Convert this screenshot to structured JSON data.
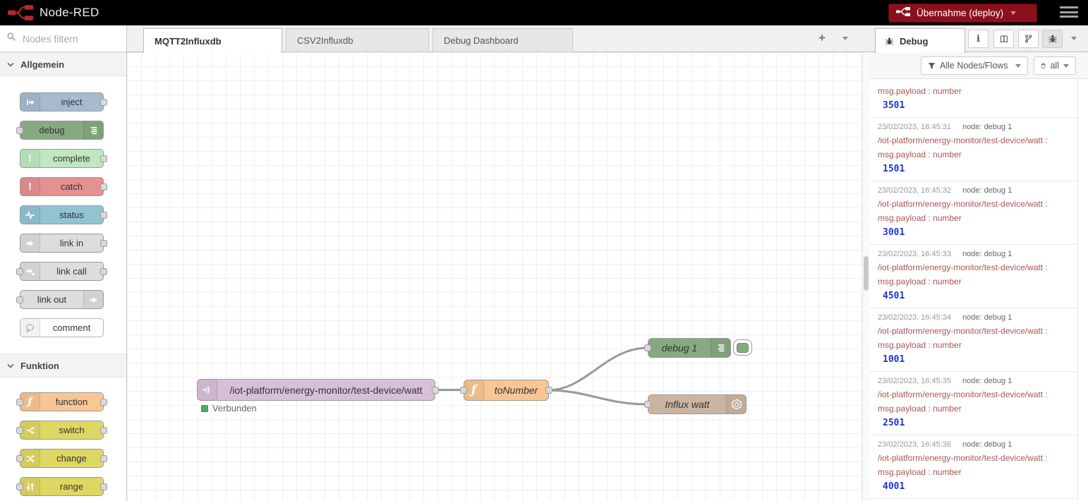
{
  "colors": {
    "deploy_button": "#8C101C",
    "logo_red": "#b6272c",
    "node_inject": "#a6bbcf",
    "node_debug": "#87a980",
    "node_complete": "#c0e8c0",
    "node_catch": "#e49191",
    "node_status": "#93c3d2",
    "node_link": "#dddddd",
    "node_comment": "#ffffff",
    "node_function": "#f8c694",
    "node_switchlike": "#dfd763",
    "node_mqtt": "#d8bfd8",
    "node_influx": "#ccb5a0",
    "wire": "#999999",
    "status_dot": "#4ca96e",
    "debug_path_text": "#aa5555",
    "debug_value_text": "#2033d6"
  },
  "icons": {
    "logo": "node-red-nodes-glyph",
    "search": "magnifier",
    "deploy": "mini-nodes-glyph",
    "menu": "hamburger",
    "debug_tab": "bug",
    "sidebar_buttons": [
      "info-i",
      "book",
      "git-branch",
      "bug",
      "chevron-down"
    ],
    "filter": "funnel",
    "clear": "trash"
  },
  "header": {
    "app_title": "Node-RED",
    "deploy_label": "Übernahme (deploy)"
  },
  "palette": {
    "search_placeholder": "Nodes filtern",
    "categories": [
      {
        "label": "Allgemein",
        "nodes": [
          {
            "label": "inject"
          },
          {
            "label": "debug"
          },
          {
            "label": "complete"
          },
          {
            "label": "catch"
          },
          {
            "label": "status"
          },
          {
            "label": "link in"
          },
          {
            "label": "link call"
          },
          {
            "label": "link out"
          },
          {
            "label": "comment"
          }
        ]
      },
      {
        "label": "Funktion",
        "nodes": [
          {
            "label": "function"
          },
          {
            "label": "switch"
          },
          {
            "label": "change"
          },
          {
            "label": "range"
          }
        ]
      }
    ]
  },
  "workspace": {
    "tabs": [
      {
        "label": "MQTT2Influxdb",
        "active": true
      },
      {
        "label": "CSV2Influxdb",
        "active": false
      },
      {
        "label": "Debug Dashboard",
        "active": false
      }
    ],
    "add_flow_label": "+",
    "nodes": {
      "mqtt": {
        "label": "/iot-platform/energy-monitor/test-device/watt",
        "status": "Verbunden"
      },
      "function": {
        "label": "toNumber"
      },
      "debug": {
        "label": "debug 1"
      },
      "influx": {
        "label": "Influx watt"
      }
    },
    "wires": [
      "mqtt-in → toNumber",
      "toNumber → debug 1",
      "toNumber → Influx watt"
    ]
  },
  "debug_sidebar": {
    "tab_label": "Debug",
    "filter_button": "Alle Nodes/Flows",
    "clear_button": "all",
    "messages": [
      {
        "path": "msg.payload : number",
        "value": "3501"
      },
      {
        "timestamp": "23/02/2023, 16:45:31",
        "source": "node: debug 1",
        "topic": "/iot-platform/energy-monitor/test-device/watt :",
        "path": "msg.payload : number",
        "value": "1501"
      },
      {
        "timestamp": "23/02/2023, 16:45:32",
        "source": "node: debug 1",
        "topic": "/iot-platform/energy-monitor/test-device/watt :",
        "path": "msg.payload : number",
        "value": "3001"
      },
      {
        "timestamp": "23/02/2023, 16:45:33",
        "source": "node: debug 1",
        "topic": "/iot-platform/energy-monitor/test-device/watt :",
        "path": "msg.payload : number",
        "value": "4501"
      },
      {
        "timestamp": "23/02/2023, 16:45:34",
        "source": "node: debug 1",
        "topic": "/iot-platform/energy-monitor/test-device/watt :",
        "path": "msg.payload : number",
        "value": "1001"
      },
      {
        "timestamp": "23/02/2023, 16:45:35",
        "source": "node: debug 1",
        "topic": "/iot-platform/energy-monitor/test-device/watt :",
        "path": "msg.payload : number",
        "value": "2501"
      },
      {
        "timestamp": "23/02/2023, 16:45:36",
        "source": "node: debug 1",
        "topic": "/iot-platform/energy-monitor/test-device/watt :",
        "path": "msg.payload : number",
        "value": "4001"
      }
    ]
  }
}
